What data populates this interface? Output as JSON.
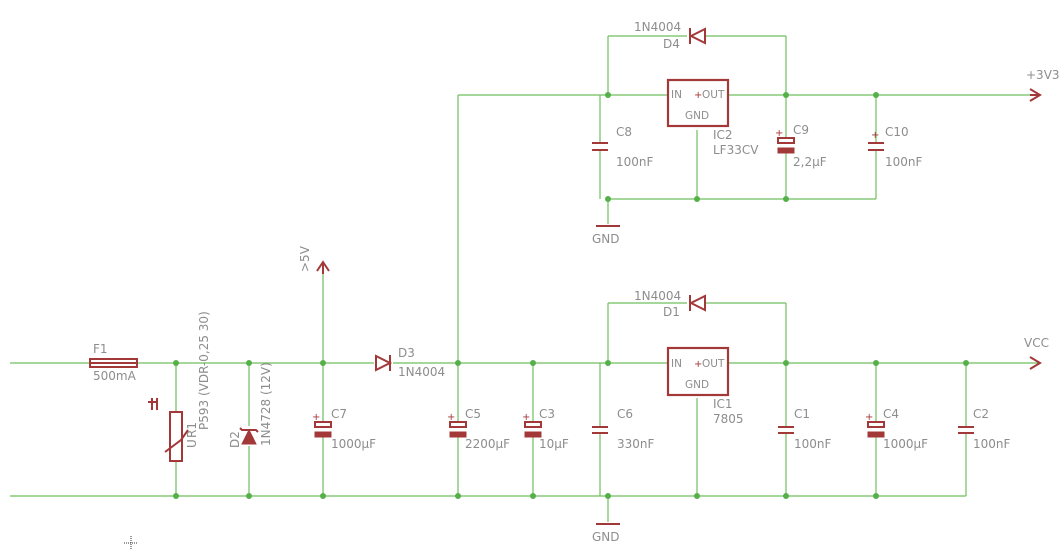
{
  "nets": {
    "plus_3v3": "+3V3",
    "vcc": "VCC",
    "plus_5v": ">5V",
    "gnd_top": "GND",
    "gnd_bottom": "GND"
  },
  "components": {
    "F1": {
      "name": "F1",
      "value": "500mA"
    },
    "R1": {
      "name": "R1",
      "value": "P593 (VDR-0,25 30)",
      "marking": "U"
    },
    "D2": {
      "name": "D2",
      "value": "1N4728 (12V)"
    },
    "C7": {
      "name": "C7",
      "value": "1000µF"
    },
    "D3": {
      "name": "D3",
      "value": "1N4004"
    },
    "C5": {
      "name": "C5",
      "value": "2200µF"
    },
    "C3": {
      "name": "C3",
      "value": "10µF"
    },
    "C6": {
      "name": "C6",
      "value": "330nF"
    },
    "IC1": {
      "name": "IC1",
      "value": "7805",
      "pin_in": "IN",
      "pin_out": "OUT",
      "pin_gnd": "GND"
    },
    "D1": {
      "name": "D1",
      "value": "1N4004"
    },
    "C1": {
      "name": "C1",
      "value": "100nF"
    },
    "C4": {
      "name": "C4",
      "value": "1000µF"
    },
    "C2": {
      "name": "C2",
      "value": "100nF"
    },
    "C8": {
      "name": "C8",
      "value": "100nF"
    },
    "IC2": {
      "name": "IC2",
      "value": "LF33CV",
      "pin_in": "IN",
      "pin_out": "OUT",
      "pin_gnd": "GND"
    },
    "D4": {
      "name": "D4",
      "value": "1N4004"
    },
    "C9": {
      "name": "C9",
      "value": "2,2µF"
    },
    "C10": {
      "name": "C10",
      "value": "100nF"
    }
  },
  "colors": {
    "wire": "#6fbf5f",
    "symbol": "#a33838",
    "label": "#8d8d8d",
    "background": "#ffffff"
  }
}
